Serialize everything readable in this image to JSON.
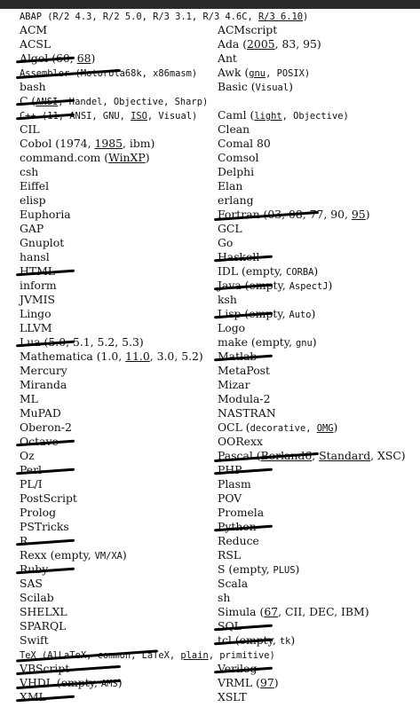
{
  "left_column": [
    {
      "parts": [
        {
          "t": "ABAP (R/2 4.3, R/2 5.0, R/3 3.1, R/3 4.6C, ",
          "m": 1
        },
        {
          "t": "R/3 6.10",
          "m": 1,
          "u": 1
        },
        {
          "t": ")",
          "m": 1
        }
      ]
    },
    {
      "parts": [
        {
          "t": "ACM"
        }
      ]
    },
    {
      "parts": [
        {
          "t": "ACSL"
        }
      ]
    },
    {
      "parts": [
        {
          "t": "Algol (60, "
        },
        {
          "t": "68",
          "u": 1
        },
        {
          "t": ")"
        }
      ],
      "strike": "short"
    },
    {
      "parts": [
        {
          "t": "Assembler (Motorola68k, x86masm)",
          "m": 1
        }
      ],
      "strike": "long"
    },
    {
      "parts": [
        {
          "t": "bash"
        }
      ]
    },
    {
      "parts": [
        {
          "t": "C ("
        },
        {
          "t": "ANSI",
          "m": 1,
          "u": 1
        },
        {
          "t": ", Handel, Objective, Sharp)",
          "m": 1
        }
      ],
      "strike": "short"
    },
    {
      "parts": [
        {
          "t": "C++ (11, ANSI, GNU, ",
          "m": 1
        },
        {
          "t": "ISO",
          "m": 1,
          "u": 1
        },
        {
          "t": ", Visual)",
          "m": 1
        }
      ],
      "strike": "short"
    },
    {
      "parts": [
        {
          "t": "CIL"
        }
      ]
    },
    {
      "parts": [
        {
          "t": "Cobol (1974, "
        },
        {
          "t": "1985",
          "u": 1
        },
        {
          "t": ", ibm)"
        }
      ]
    },
    {
      "parts": [
        {
          "t": "command.com ("
        },
        {
          "t": "WinXP",
          "u": 1
        },
        {
          "t": ")"
        }
      ]
    },
    {
      "parts": [
        {
          "t": "csh"
        }
      ]
    },
    {
      "parts": [
        {
          "t": "Eiffel"
        }
      ]
    },
    {
      "parts": [
        {
          "t": "elisp"
        }
      ]
    },
    {
      "parts": [
        {
          "t": "Euphoria"
        }
      ]
    },
    {
      "parts": [
        {
          "t": "GAP"
        }
      ]
    },
    {
      "parts": [
        {
          "t": "Gnuplot"
        }
      ]
    },
    {
      "parts": [
        {
          "t": "hansl"
        }
      ]
    },
    {
      "parts": [
        {
          "t": "HTML"
        }
      ],
      "strike": "short"
    },
    {
      "parts": [
        {
          "t": "inform"
        }
      ]
    },
    {
      "parts": [
        {
          "t": "JVMIS"
        }
      ]
    },
    {
      "parts": [
        {
          "t": "Lingo"
        }
      ]
    },
    {
      "parts": [
        {
          "t": "LLVM"
        }
      ]
    },
    {
      "parts": [
        {
          "t": "Lua (5.0, 5.1, 5.2, 5.3)"
        }
      ],
      "strike": "short"
    },
    {
      "parts": [
        {
          "t": "Mathematica (1.0, "
        },
        {
          "t": "11.0",
          "u": 1
        },
        {
          "t": ", 3.0, 5.2)"
        }
      ]
    },
    {
      "parts": [
        {
          "t": "Mercury"
        }
      ]
    },
    {
      "parts": [
        {
          "t": "Miranda"
        }
      ]
    },
    {
      "parts": [
        {
          "t": "ML"
        }
      ]
    },
    {
      "parts": [
        {
          "t": "MuPAD"
        }
      ]
    },
    {
      "parts": [
        {
          "t": "Oberon-2"
        }
      ]
    },
    {
      "parts": [
        {
          "t": "Octave"
        }
      ],
      "strike": "short"
    },
    {
      "parts": [
        {
          "t": "Oz"
        }
      ]
    },
    {
      "parts": [
        {
          "t": "Perl"
        }
      ],
      "strike": "short"
    },
    {
      "parts": [
        {
          "t": "PL/I"
        }
      ]
    },
    {
      "parts": [
        {
          "t": "PostScript"
        }
      ]
    },
    {
      "parts": [
        {
          "t": "Prolog"
        }
      ]
    },
    {
      "parts": [
        {
          "t": "PSTricks"
        }
      ]
    },
    {
      "parts": [
        {
          "t": "R"
        }
      ],
      "strike": "short"
    },
    {
      "parts": [
        {
          "t": "Rexx (empty, "
        },
        {
          "t": "VM/XA",
          "m": 1
        },
        {
          "t": ")"
        }
      ]
    },
    {
      "parts": [
        {
          "t": "Ruby"
        }
      ],
      "strike": "short"
    },
    {
      "parts": [
        {
          "t": "SAS"
        }
      ]
    },
    {
      "parts": [
        {
          "t": "Scilab"
        }
      ]
    },
    {
      "parts": [
        {
          "t": "SHELXL"
        }
      ]
    },
    {
      "parts": [
        {
          "t": "SPARQL"
        }
      ]
    },
    {
      "parts": [
        {
          "t": "Swift"
        }
      ]
    },
    {
      "parts": [
        {
          "t": "TeX (AlLaTeX, common, LaTeX, ",
          "m": 1
        },
        {
          "t": "plain",
          "m": 1,
          "u": 1
        },
        {
          "t": ", primitive)",
          "m": 1
        }
      ],
      "strike": "xlong"
    },
    {
      "parts": [
        {
          "t": "VBScript"
        }
      ],
      "strike": "long"
    },
    {
      "parts": [
        {
          "t": "VHDL (empty, "
        },
        {
          "t": "AMS",
          "m": 1
        },
        {
          "t": ")"
        }
      ],
      "strike": "long"
    },
    {
      "parts": [
        {
          "t": "XML"
        }
      ],
      "strike": "short"
    }
  ],
  "right_column": [
    {
      "parts": [
        {
          "t": ""
        }
      ]
    },
    {
      "parts": [
        {
          "t": "ACMscript"
        }
      ]
    },
    {
      "parts": [
        {
          "t": "Ada ("
        },
        {
          "t": "2005",
          "u": 1
        },
        {
          "t": ", 83, 95)"
        }
      ]
    },
    {
      "parts": [
        {
          "t": "Ant"
        }
      ]
    },
    {
      "parts": [
        {
          "t": "Awk ("
        },
        {
          "t": "gnu",
          "m": 1,
          "u": 1
        },
        {
          "t": ", POSIX)",
          "m": 1
        }
      ]
    },
    {
      "parts": [
        {
          "t": "Basic ("
        },
        {
          "t": "Visual",
          "m": 1
        },
        {
          "t": ")"
        }
      ]
    },
    {
      "parts": [
        {
          "t": ""
        }
      ]
    },
    {
      "parts": [
        {
          "t": "Caml ("
        },
        {
          "t": "light",
          "m": 1,
          "u": 1
        },
        {
          "t": ", Objective)",
          "m": 1
        }
      ]
    },
    {
      "parts": [
        {
          "t": "Clean"
        }
      ]
    },
    {
      "parts": [
        {
          "t": "Comal 80"
        }
      ]
    },
    {
      "parts": [
        {
          "t": "Comsol"
        }
      ]
    },
    {
      "parts": [
        {
          "t": "Delphi"
        }
      ]
    },
    {
      "parts": [
        {
          "t": "Elan"
        }
      ]
    },
    {
      "parts": [
        {
          "t": "erlang"
        }
      ]
    },
    {
      "parts": [
        {
          "t": "Fortran (03, 08, 77, 90, "
        },
        {
          "t": "95",
          "u": 1
        },
        {
          "t": ")"
        }
      ],
      "strike": "long"
    },
    {
      "parts": [
        {
          "t": "GCL"
        }
      ]
    },
    {
      "parts": [
        {
          "t": "Go"
        }
      ]
    },
    {
      "parts": [
        {
          "t": "Haskell"
        }
      ],
      "strike": "short"
    },
    {
      "parts": [
        {
          "t": "IDL (empty, "
        },
        {
          "t": "CORBA",
          "m": 1
        },
        {
          "t": ")"
        }
      ]
    },
    {
      "parts": [
        {
          "t": "Java (empty, "
        },
        {
          "t": "AspectJ",
          "m": 1
        },
        {
          "t": ")"
        }
      ],
      "strike": "short"
    },
    {
      "parts": [
        {
          "t": "ksh"
        }
      ]
    },
    {
      "parts": [
        {
          "t": "Lisp (empty, "
        },
        {
          "t": "Auto",
          "m": 1
        },
        {
          "t": ")"
        }
      ],
      "strike": "short"
    },
    {
      "parts": [
        {
          "t": "Logo"
        }
      ]
    },
    {
      "parts": [
        {
          "t": "make (empty, "
        },
        {
          "t": "gnu",
          "m": 1
        },
        {
          "t": ")"
        }
      ]
    },
    {
      "parts": [
        {
          "t": "Matlab"
        }
      ],
      "strike": "short"
    },
    {
      "parts": [
        {
          "t": "MetaPost"
        }
      ]
    },
    {
      "parts": [
        {
          "t": "Mizar"
        }
      ]
    },
    {
      "parts": [
        {
          "t": "Modula-2"
        }
      ]
    },
    {
      "parts": [
        {
          "t": "NASTRAN"
        }
      ]
    },
    {
      "parts": [
        {
          "t": "OCL ("
        },
        {
          "t": "decorative, ",
          "m": 1
        },
        {
          "t": "OMG",
          "m": 1,
          "u": 1
        },
        {
          "t": ")"
        }
      ]
    },
    {
      "parts": [
        {
          "t": "OORexx"
        }
      ]
    },
    {
      "parts": [
        {
          "t": "Pascal ("
        },
        {
          "t": "Borland6",
          "u": 1
        },
        {
          "t": ", "
        },
        {
          "t": "Standard",
          "u": 1
        },
        {
          "t": ", XSC)"
        }
      ],
      "strike": "long"
    },
    {
      "parts": [
        {
          "t": "PHP"
        }
      ],
      "strike": "short"
    },
    {
      "parts": [
        {
          "t": "Plasm"
        }
      ]
    },
    {
      "parts": [
        {
          "t": "POV"
        }
      ]
    },
    {
      "parts": [
        {
          "t": "Promela"
        }
      ]
    },
    {
      "parts": [
        {
          "t": "Python"
        }
      ],
      "strike": "short"
    },
    {
      "parts": [
        {
          "t": "Reduce"
        }
      ]
    },
    {
      "parts": [
        {
          "t": "RSL"
        }
      ]
    },
    {
      "parts": [
        {
          "t": "S (empty, "
        },
        {
          "t": "PLUS",
          "m": 1
        },
        {
          "t": ")"
        }
      ]
    },
    {
      "parts": [
        {
          "t": "Scala"
        }
      ]
    },
    {
      "parts": [
        {
          "t": "sh"
        }
      ]
    },
    {
      "parts": [
        {
          "t": "Simula ("
        },
        {
          "t": "67",
          "u": 1
        },
        {
          "t": ", CII, DEC, IBM)"
        }
      ]
    },
    {
      "parts": [
        {
          "t": "SQL"
        }
      ],
      "strike": "short"
    },
    {
      "parts": [
        {
          "t": "tcl (empty, "
        },
        {
          "t": "tk",
          "m": 1
        },
        {
          "t": ")"
        }
      ],
      "strike": "short"
    },
    {
      "parts": [
        {
          "t": ""
        }
      ]
    },
    {
      "parts": [
        {
          "t": "Verilog"
        }
      ],
      "strike": "short"
    },
    {
      "parts": [
        {
          "t": "VRML ("
        },
        {
          "t": "97",
          "u": 1
        },
        {
          "t": ")"
        }
      ]
    },
    {
      "parts": [
        {
          "t": "XSLT"
        }
      ]
    }
  ]
}
